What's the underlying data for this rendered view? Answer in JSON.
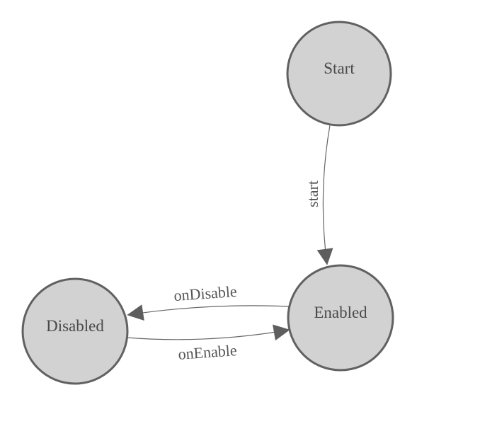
{
  "diagram": {
    "title": "state-machine",
    "colors": {
      "background": "#ffffff",
      "node_fill": "#d2d2d2",
      "node_stroke": "#616161",
      "edge_stroke": "#666666",
      "arrow_fill": "#5e5e5e",
      "node_text": "#4a4a4a",
      "edge_text": "#555555"
    },
    "nodes": [
      {
        "id": "start",
        "label": "Start"
      },
      {
        "id": "enabled",
        "label": "Enabled"
      },
      {
        "id": "disabled",
        "label": "Disabled"
      }
    ],
    "edges": [
      {
        "id": "start-to-enabled",
        "label": "start",
        "from": "Start",
        "to": "Enabled"
      },
      {
        "id": "enabled-to-disabled",
        "label": "onDisable",
        "from": "Enabled",
        "to": "Disabled"
      },
      {
        "id": "disabled-to-enabled",
        "label": "onEnable",
        "from": "Disabled",
        "to": "Enabled"
      }
    ]
  }
}
